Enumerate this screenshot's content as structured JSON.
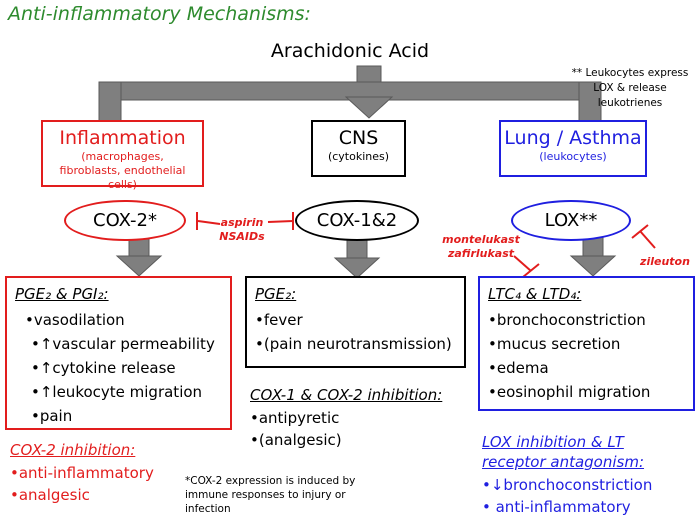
{
  "title": "Anti-inflammatory Mechanisms:",
  "source": "Arachidonic Acid",
  "note_top": "** Leukocytes express LOX & release leukotrienes",
  "colors": {
    "inflammation": "#e21d1d",
    "lung": "#1f1fe0",
    "arrow": "#7f7f7f",
    "title": "#2e8b2e",
    "neutral": "#000000"
  },
  "branches": {
    "inflammation": {
      "label": "Inflammation",
      "sub": "(macrophages, fibroblasts, endothelial cells)"
    },
    "cns": {
      "label": "CNS",
      "sub": "(cytokines)"
    },
    "lung": {
      "label": "Lung / Asthma",
      "sub": "(leukocytes)"
    }
  },
  "enzymes": {
    "cox2": "COX-2*",
    "cox12": "COX-1&2",
    "lox": "LOX**"
  },
  "inhibitors": {
    "aspirin": "aspirin",
    "nsaids": "NSAIDs",
    "montelukast": "montelukast",
    "zafirlukast": "zafirlukast",
    "zileuton": "zileuton"
  },
  "products": {
    "left": {
      "head": "PGE₂ & PGI₂:",
      "items": [
        "•vasodilation",
        "•↑vascular permeability",
        "•↑cytokine release",
        "•↑leukocyte migration",
        "•pain"
      ]
    },
    "center": {
      "head": "PGE₂:",
      "items": [
        "•fever",
        "•(pain neurotransmission)"
      ]
    },
    "right": {
      "head": "LTC₄ & LTD₄:",
      "items": [
        "•bronchoconstriction",
        "•mucus secretion",
        "•edema",
        "•eosinophil migration"
      ]
    }
  },
  "outcomes": {
    "left": {
      "head": "COX-2 inhibition:",
      "items": [
        "•anti-inflammatory",
        "•analgesic"
      ]
    },
    "center": {
      "head": "COX-1 & COX-2 inhibition:",
      "items": [
        "•antipyretic",
        "•(analgesic)"
      ]
    },
    "right": {
      "head": "LOX inhibition & LT receptor antagonism:",
      "items": [
        "•↓bronchoconstriction",
        "• anti-inflammatory"
      ]
    }
  },
  "footnote": "*COX-2 expression is induced by immune responses to injury or infection"
}
